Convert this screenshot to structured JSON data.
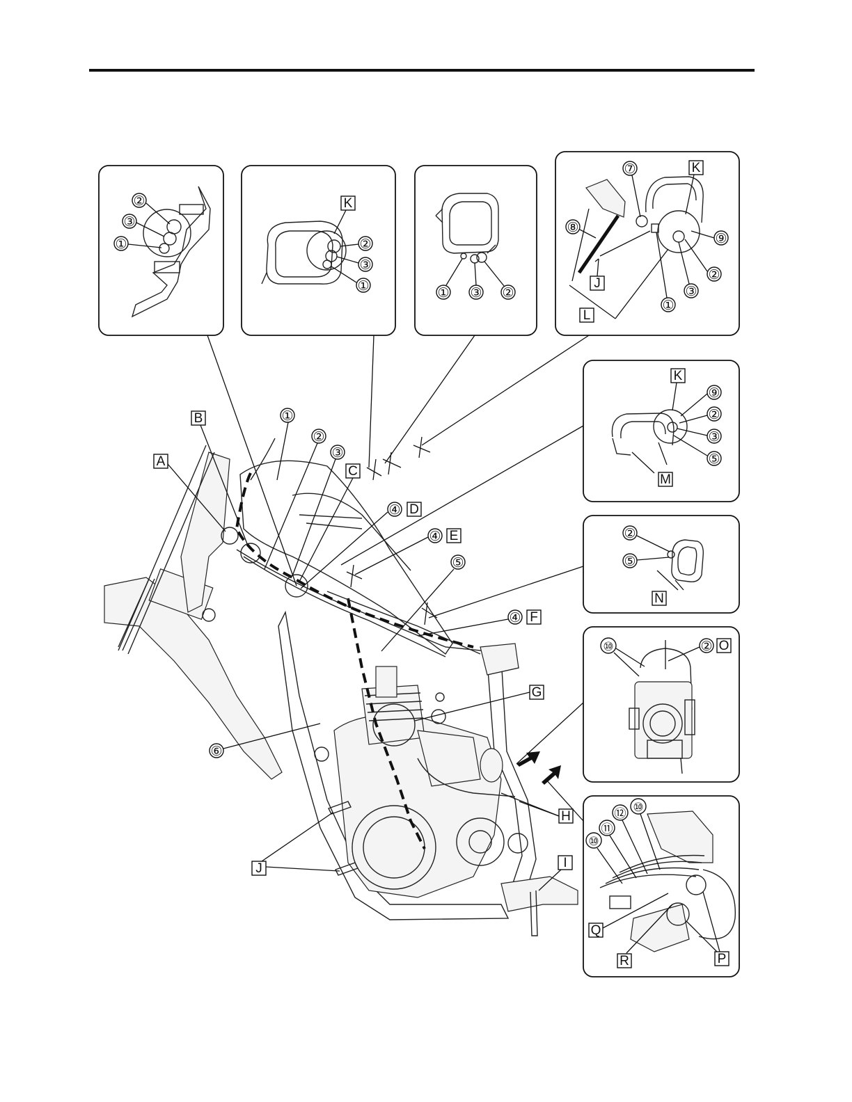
{
  "circled_numbers": [
    "①",
    "②",
    "③",
    "④",
    "⑤",
    "⑥",
    "⑦",
    "⑧",
    "⑨",
    "⑩",
    "⑪",
    "⑫"
  ],
  "letter_labels": [
    "A",
    "B",
    "C",
    "D",
    "E",
    "F",
    "G",
    "H",
    "I",
    "J",
    "K",
    "L",
    "M",
    "N",
    "O",
    "P",
    "Q",
    "R"
  ],
  "panels": [
    {
      "id": "panel-1",
      "callouts": [
        {
          "n": 1
        },
        {
          "n": 2
        },
        {
          "n": 3
        }
      ]
    },
    {
      "id": "panel-2",
      "callouts": [
        {
          "n": 1
        },
        {
          "n": 2
        },
        {
          "n": 3
        }
      ],
      "letters": [
        "K"
      ]
    },
    {
      "id": "panel-3",
      "callouts": [
        {
          "n": 1
        },
        {
          "n": 3
        },
        {
          "n": 2
        }
      ]
    },
    {
      "id": "panel-4",
      "callouts": [
        {
          "n": 7
        },
        {
          "n": 8
        },
        {
          "n": 9
        },
        {
          "n": 2
        },
        {
          "n": 3
        },
        {
          "n": 1
        }
      ],
      "letters": [
        "K",
        "J",
        "L"
      ]
    },
    {
      "id": "panel-5",
      "callouts": [
        {
          "n": 9
        },
        {
          "n": 2
        },
        {
          "n": 3
        },
        {
          "n": 5
        }
      ],
      "letters": [
        "K",
        "M"
      ]
    },
    {
      "id": "panel-6",
      "callouts": [
        {
          "n": 2
        },
        {
          "n": 5
        }
      ],
      "letters": [
        "N"
      ]
    },
    {
      "id": "panel-7",
      "callouts": [
        {
          "n": 10
        },
        {
          "n": 2
        }
      ],
      "letters": [
        "O"
      ]
    },
    {
      "id": "panel-8",
      "callouts": [
        {
          "n": 10
        },
        {
          "n": 11
        },
        {
          "n": 12
        },
        {
          "n": 10
        }
      ],
      "letters": [
        "Q",
        "R",
        "P"
      ]
    }
  ],
  "main_callouts": {
    "numbers": [
      1,
      2,
      3,
      4,
      4,
      5,
      4,
      6
    ],
    "letters": [
      "A",
      "B",
      "C",
      "D",
      "E",
      "F",
      "G",
      "H",
      "I",
      "J"
    ]
  },
  "colors": {
    "ink": "#111111",
    "background": "#ffffff",
    "fill_light": "#f4f4f4"
  }
}
